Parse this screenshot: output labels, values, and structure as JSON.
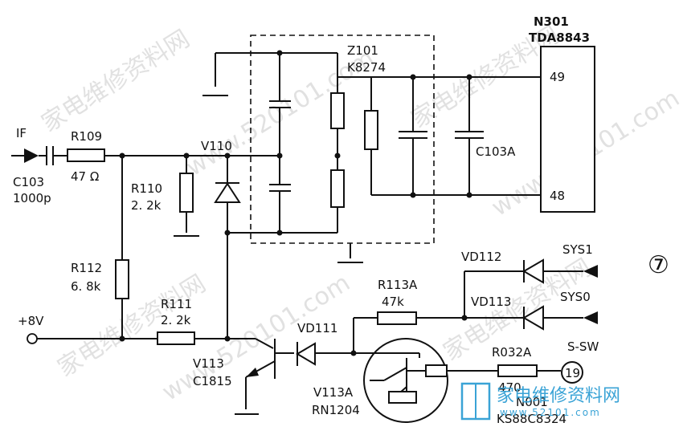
{
  "labels": {
    "ic_ref": "N301",
    "ic_part": "TDA8843",
    "pin49": "49",
    "pin48": "48",
    "z_ref": "Z101",
    "z_part": "K8274",
    "c103a": "C103A",
    "if_in": "IF",
    "c103": "C103",
    "c103_val": "1000p",
    "r109": "R109",
    "r109_val": "47 Ω",
    "v110": "V110",
    "r110": "R110",
    "r110_val": "2. 2k",
    "r112": "R112",
    "r112_val": "6. 8k",
    "supply": "+8V",
    "r111": "R111",
    "r111_val": "2. 2k",
    "v113": "V113",
    "v113_part": "C1815",
    "vd111": "VD111",
    "r113a": "R113A",
    "r113a_val": "47k",
    "vd112": "VD112",
    "vd113": "VD113",
    "sys1": "SYS1",
    "sys0": "SYS0",
    "v113a": "V113A",
    "v113a_part": "RN1204",
    "r032a": "R032A",
    "r032a_val": "470",
    "ssw": "S-SW",
    "pin19": "19",
    "n001": "N001",
    "n001_part": "KS88C8324",
    "figure_no": "⑦"
  },
  "watermarks": [
    "家电维修资料网",
    "www.520101.com"
  ],
  "logo": {
    "text": "家电维修资料网",
    "sub": "www.52101.com"
  }
}
